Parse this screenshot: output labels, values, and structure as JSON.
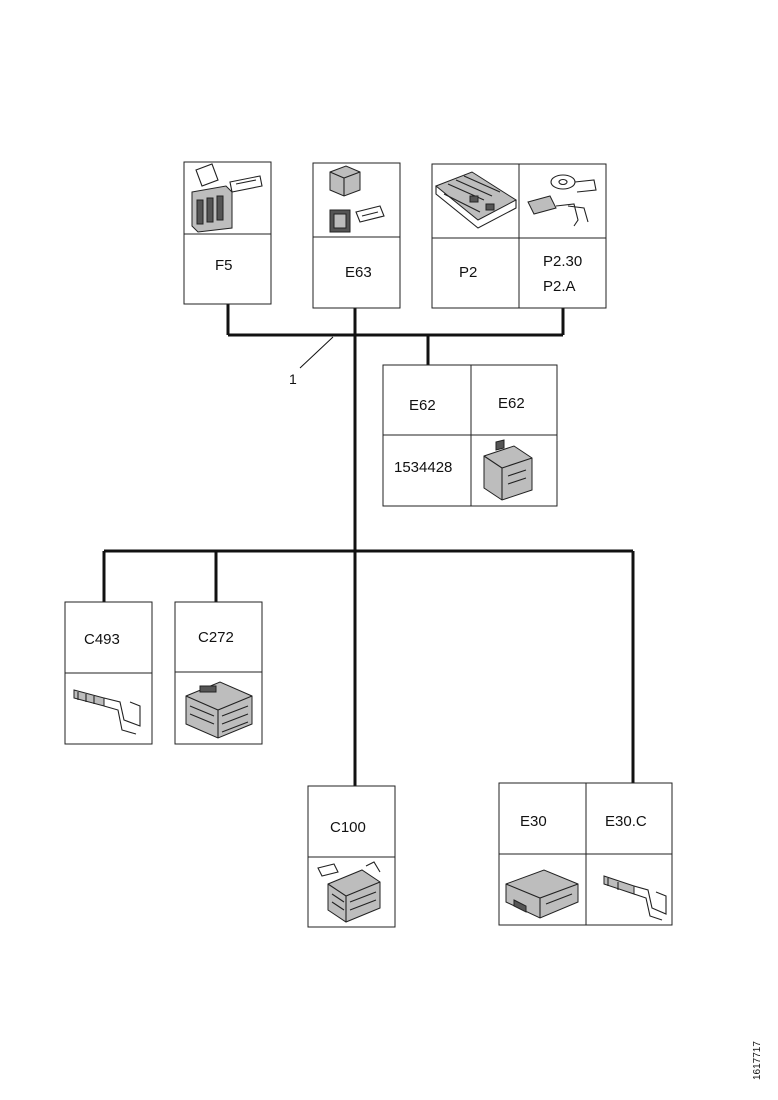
{
  "harness_label": "1",
  "drawing_ref": "1617717",
  "components": {
    "f5": "F5",
    "e63": "E63",
    "p2": "P2",
    "p2_30": "P2.30",
    "p2_a": "P2.A",
    "e62_a": "E62",
    "e62_b": "E62",
    "part_1534428": "1534428",
    "c493": "C493",
    "c272": "C272",
    "c100": "C100",
    "e30": "E30",
    "e30_c": "E30.C"
  },
  "icons": {
    "f5": "fuse-holder-icon",
    "e63": "relay-with-socket-icon",
    "p2": "fuse-relay-box-icon",
    "p2_30": "ring-terminal-icon",
    "e62": "control-unit-icon",
    "c493": "terminal-pin-icon",
    "c272": "multi-pin-connector-icon",
    "c100": "connector-plug-icon",
    "e30": "control-unit-icon",
    "e30_c": "terminal-pin-icon"
  }
}
